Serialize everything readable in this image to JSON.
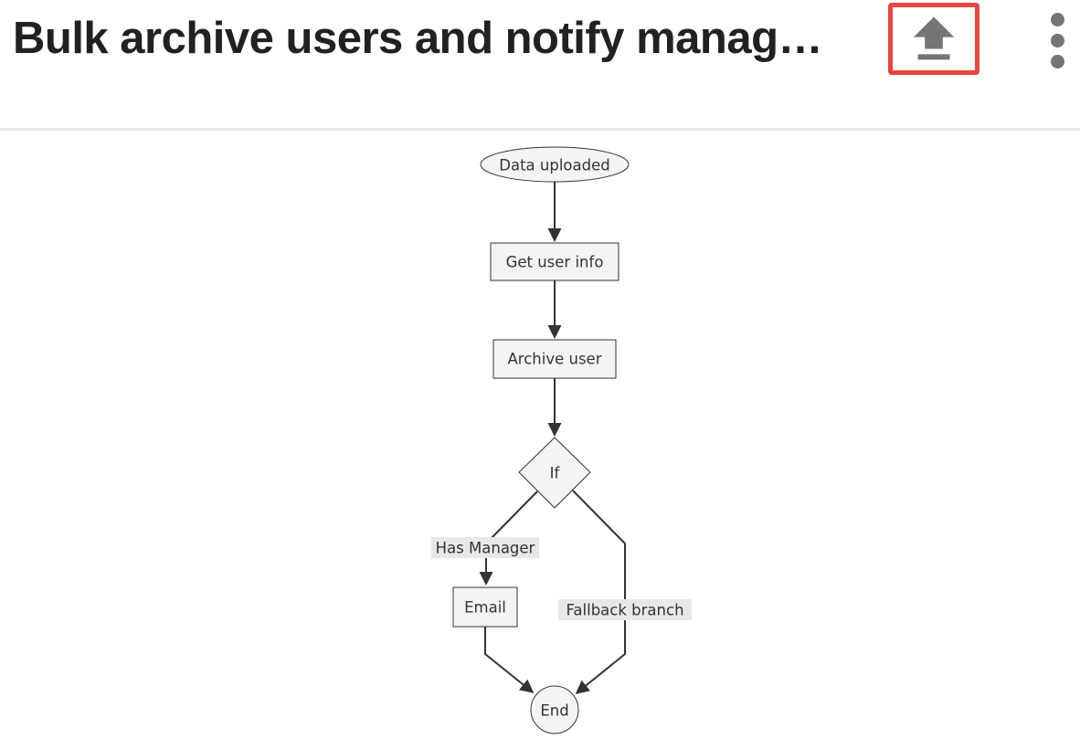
{
  "header": {
    "title": "Bulk archive users and notify manag…"
  },
  "toolbar": {
    "upload_icon": "upload-icon",
    "more_icon": "kebab-menu-icon"
  },
  "colors": {
    "highlight_red": "#E8453C",
    "icon_gray": "#757575",
    "title_text": "#212121",
    "node_fill": "#F4F4F4",
    "node_stroke": "#333333",
    "edge_stroke": "#333333",
    "edge_label_bg": "#E8E8E8",
    "diagram_text": "#333333",
    "divider": "#E9E9E9"
  },
  "flowchart": {
    "nodes": [
      {
        "id": "start",
        "label": "Data uploaded",
        "shape": "ellipse"
      },
      {
        "id": "get_user_info",
        "label": "Get user info",
        "shape": "rect"
      },
      {
        "id": "archive_user",
        "label": "Archive user",
        "shape": "rect"
      },
      {
        "id": "if",
        "label": "If",
        "shape": "diamond"
      },
      {
        "id": "email",
        "label": "Email",
        "shape": "rect"
      },
      {
        "id": "end",
        "label": "End",
        "shape": "circle"
      }
    ],
    "edges": [
      {
        "from": "start",
        "to": "get_user_info",
        "label": ""
      },
      {
        "from": "get_user_info",
        "to": "archive_user",
        "label": ""
      },
      {
        "from": "archive_user",
        "to": "if",
        "label": ""
      },
      {
        "from": "if",
        "to": "email",
        "label": "Has Manager"
      },
      {
        "from": "if",
        "to": "end",
        "label": "Fallback branch"
      },
      {
        "from": "email",
        "to": "end",
        "label": ""
      }
    ]
  }
}
